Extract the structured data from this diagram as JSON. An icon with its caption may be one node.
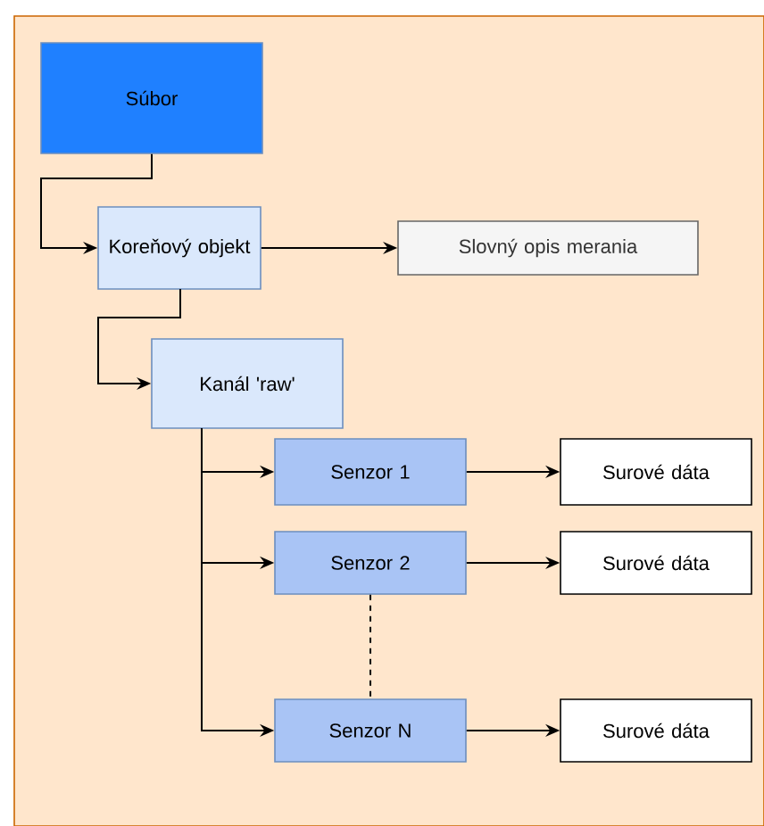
{
  "diagram": {
    "nodes": [
      {
        "text": [
          "Súbor"
        ]
      },
      {
        "text": [
          "Koreňový objekt"
        ]
      },
      {
        "text": [
          "Slovný opis merania"
        ]
      },
      {
        "text": [
          "Kanál 'raw'"
        ]
      },
      {
        "text": [
          "Senzor 1"
        ]
      },
      {
        "text": [
          "Surové dáta"
        ]
      },
      {
        "text": [
          "Senzor 2"
        ]
      },
      {
        "text": [
          "Surové dáta"
        ]
      },
      {
        "text": [
          "Senzor  N"
        ]
      },
      {
        "text": [
          "Surové dáta"
        ]
      }
    ],
    "edges": [
      {
        "from": 0,
        "to": 1,
        "arrow": "to"
      },
      {
        "from": 1,
        "to": 2,
        "arrow": "to"
      },
      {
        "from": 1,
        "to": 3,
        "arrow": "to"
      },
      {
        "from": 3,
        "to": 4,
        "arrow": "to"
      },
      {
        "from": 4,
        "to": 5,
        "arrow": "to"
      },
      {
        "from": 3,
        "to": 6,
        "arrow": "to"
      },
      {
        "from": 6,
        "to": 7,
        "arrow": "to"
      },
      {
        "from": 6,
        "to": 8,
        "arrow": "none",
        "style": "dashed"
      },
      {
        "from": 3,
        "to": 8,
        "arrow": "to"
      },
      {
        "from": 8,
        "to": 9,
        "arrow": "to"
      }
    ]
  }
}
